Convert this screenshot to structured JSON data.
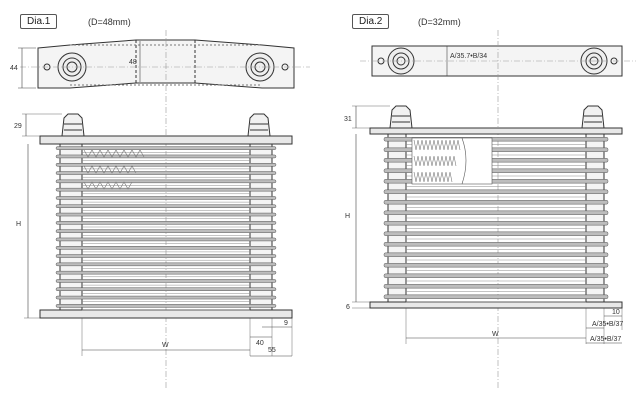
{
  "dia1": {
    "title": "Dia.1",
    "caption": "(D=48mm)",
    "dims": {
      "top_h": "44",
      "top_inner": "48",
      "cap": "29",
      "H": "H",
      "W": "W",
      "d9": "9",
      "d40": "40",
      "d55": "55"
    },
    "core_rows": 20
  },
  "dia2": {
    "title": "Dia.2",
    "caption": "(D=32mm)",
    "dims": {
      "top_ab": "A/35.7•B/34",
      "cap": "31",
      "H": "H",
      "base": "6",
      "W": "W",
      "d10": "10",
      "ab1": "A/35•B/37",
      "ab2": "A/35•B/37"
    },
    "core_rows": 16
  },
  "colors": {
    "line": "#333333",
    "fin": "#8a8a8a",
    "plate": "#bdbdbd",
    "dim": "#444444"
  }
}
